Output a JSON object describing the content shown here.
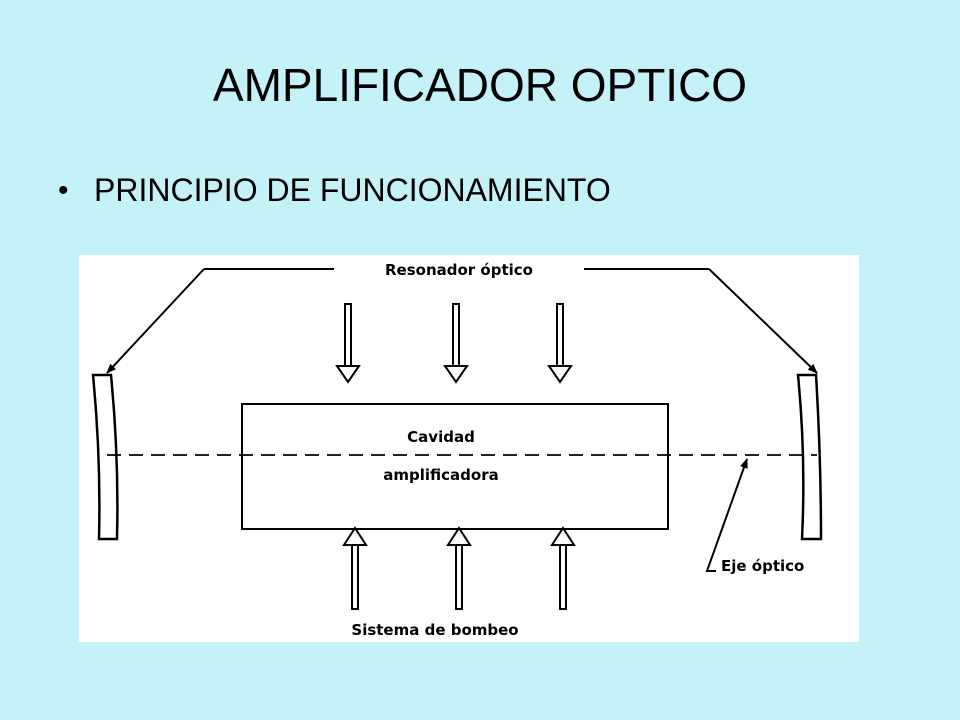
{
  "slide": {
    "title": "AMPLIFICADOR OPTICO",
    "bullet": "PRINCIPIO DE FUNCIONAMIENTO",
    "bullet_symbol": "•"
  },
  "diagram": {
    "labels": {
      "resonator": "Resonador óptico",
      "cavity_line1": "Cavidad",
      "cavity_line2": "amplificadora",
      "optical_axis": "Eje óptico",
      "pump_system": "Sistema de bombeo"
    }
  },
  "colors": {
    "background": "#c4f2f8",
    "figure_background": "#ffffff",
    "ink": "#000000"
  }
}
